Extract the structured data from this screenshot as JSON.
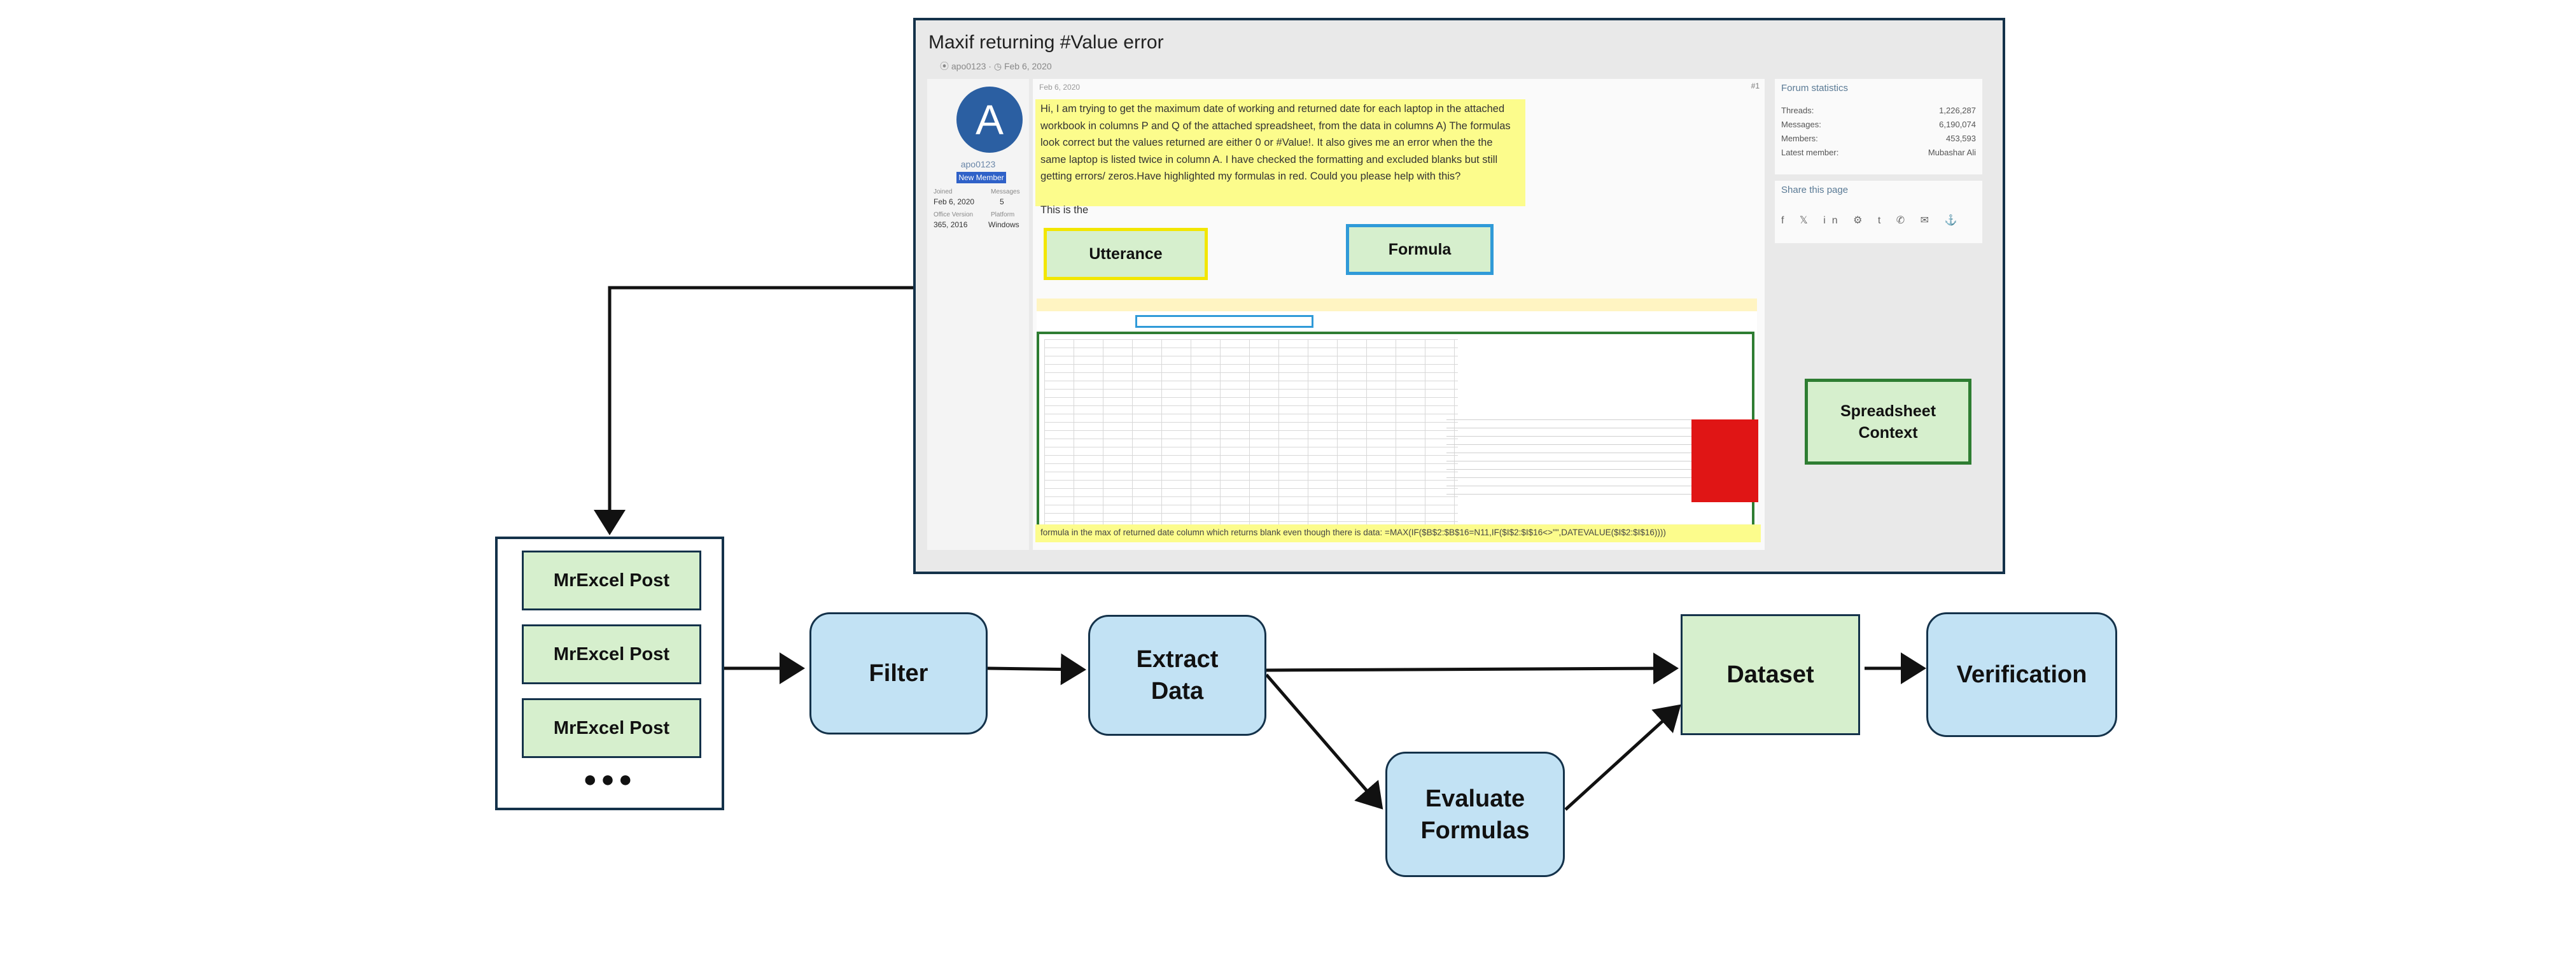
{
  "screenshot": {
    "title": "Maxif returning #Value error",
    "meta": "⦿ apo0123 · ◷ Feb 6, 2020",
    "avatar_letter": "A",
    "username": "apo0123",
    "role": "New Member",
    "user_stats": [
      {
        "label": "Joined",
        "value": "Feb 6, 2020"
      },
      {
        "label": "Messages",
        "value": "5"
      },
      {
        "label": "Office Version",
        "value": "365, 2016"
      },
      {
        "label": "Platform",
        "value": "Windows"
      }
    ],
    "post_date": "Feb 6, 2020",
    "post_number": "#1",
    "post_text": "Hi, I am trying to get the maximum date of working and returned date for each laptop in the attached workbook in columns P and Q of the attached spreadsheet, from the data in columns A) The formulas look correct but the values returned are either 0 or #Value!. It also gives me an error when the the same laptop is listed twice in column A. I have checked the formatting and excluded blanks but still getting errors/ zeros.Have highlighted my formulas in red. Could you please help with this?",
    "post_text2": "This is the",
    "formula_line": "formula in the max of returned date column which returns blank even though there is data: =MAX(IF($B$2:$B$16=N11,IF($I$2:$I$16<>\"\",DATEVALUE($I$2:$I$16))))",
    "forum_stats": {
      "title": "Forum statistics",
      "rows": [
        {
          "label": "Threads:",
          "value": "1,226,287"
        },
        {
          "label": "Messages:",
          "value": "6,190,074"
        },
        {
          "label": "Members:",
          "value": "453,593"
        },
        {
          "label": "Latest member:",
          "value": "Mubashar Ali"
        }
      ]
    },
    "share": {
      "title": "Share this page",
      "icons": "f 𝕏 in ⚙ t ✆ ✉ ⚓"
    }
  },
  "labels": {
    "utterance": "Utterance",
    "formula": "Formula",
    "spreadsheet_context": "Spreadsheet Context"
  },
  "pipeline": {
    "posts": [
      "MrExcel Post",
      "MrExcel Post",
      "MrExcel Post"
    ],
    "ellipsis": "●●●",
    "filter": "Filter",
    "extract": "Extract Data",
    "evaluate": "Evaluate Formulas",
    "dataset": "Dataset",
    "verification": "Verification"
  },
  "colors": {
    "border": "#14324a",
    "node_blue": "#c2e2f4",
    "node_green": "#d6efcd",
    "highlight_yellow": "#fcfc8c",
    "formula_blue": "#2f9ad8",
    "context_green": "#2e7d32",
    "error_red": "#e01515"
  }
}
